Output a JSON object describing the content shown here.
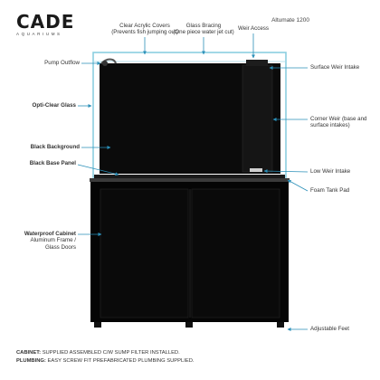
{
  "brand": {
    "logo_text": "CADE",
    "logo_sub": "AQUARIUMS",
    "model": "Altumate 1200"
  },
  "callouts": {
    "clear_acrylic_covers": "Clear Acrylic Covers",
    "clear_acrylic_covers_sub": "(Prevents fish jumping out)",
    "glass_bracing": "Glass Bracing",
    "glass_bracing_sub": "(One piece water jet cut)",
    "weir_access": "Weir Access",
    "pump_outflow": "Pump Outflow",
    "surface_weir_intake": "Surface Weir Intake",
    "opti_clear_glass": "Opti-Clear Glass",
    "corner_weir": "Corner Weir (base and",
    "corner_weir_sub": "surface intakes)",
    "black_background": "Black Background",
    "black_base_panel": "Black Base Panel",
    "low_weir_intake": "Low Weir Intake",
    "foam_tank_pad": "Foam Tank Pad",
    "waterproof_cabinet": "Waterproof Cabinet",
    "waterproof_cabinet_sub1": "Aluminum Frame /",
    "waterproof_cabinet_sub2": "Glass Doors",
    "adjustable_feet": "Adjustable Feet"
  },
  "footer": {
    "cabinet_label": "CABINET:",
    "cabinet_text": "SUPPLIED ASSEMBLED C/W SUMP FILTER INSTALLED.",
    "plumbing_label": "PLUMBING:",
    "plumbing_text": "EASY SCREW FIT PREFABRICATED PLUMBING SUPPLIED."
  },
  "colors": {
    "arrow": "#2a8fb8",
    "glass_edge": "#8ccfe0",
    "tank_black": "#0b0b0b",
    "cabinet_black": "#050505"
  },
  "icons": [
    "arrow-pointer-icon"
  ]
}
